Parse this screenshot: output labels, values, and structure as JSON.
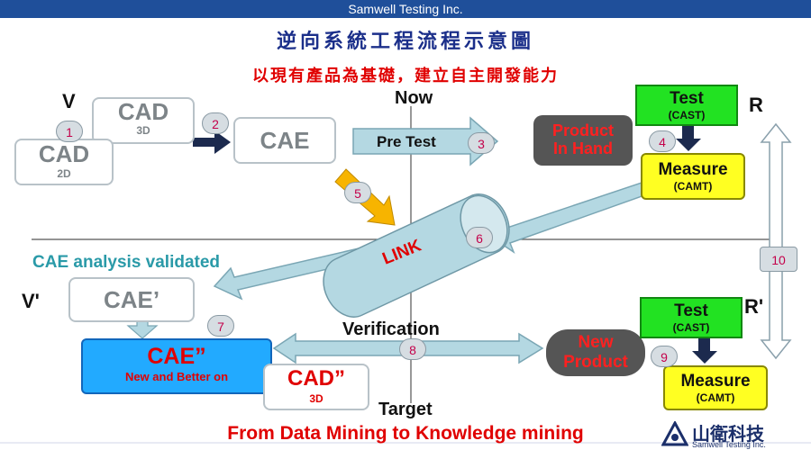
{
  "header": {
    "banner": "Samwell Testing Inc."
  },
  "title": "逆向系統工程流程示意圖",
  "subtitle": "以現有產品為基礎，建立自主開發能力",
  "axis": {
    "top": "Now",
    "bottom": "Target",
    "left_top": "V",
    "left_bottom": "V'",
    "right_top": "R",
    "right_bottom": "R'"
  },
  "nodes": {
    "cad3d": {
      "main": "CAD",
      "sub": "3D"
    },
    "cad2d": {
      "main": "CAD",
      "sub": "2D"
    },
    "cae": {
      "main": "CAE"
    },
    "pretest": {
      "main": "Pre Test"
    },
    "product_hand": {
      "line1": "Product",
      "line2": "In Hand"
    },
    "test_top": {
      "main": "Test",
      "sub": "(CAST)"
    },
    "measure_top": {
      "main": "Measure",
      "sub": "(CAMT)"
    },
    "link": {
      "main": "LINK"
    },
    "cae_validated": "CAE analysis validated",
    "cae_prime": {
      "main": "CAE’"
    },
    "cae_new": {
      "main": "CAE”",
      "sub": "New and Better on"
    },
    "cad_new": {
      "main": "CAD”",
      "sub": "3D"
    },
    "verification": "Verification",
    "new_product": {
      "line1": "New",
      "line2": "Product"
    },
    "test_bottom": {
      "main": "Test",
      "sub": "(CAST)"
    },
    "measure_bottom": {
      "main": "Measure",
      "sub": "(CAMT)"
    }
  },
  "steps": [
    "1",
    "2",
    "3",
    "4",
    "5",
    "6",
    "7",
    "8",
    "9",
    "10"
  ],
  "footer": {
    "tagline": "From Data Mining to Knowledge mining",
    "logo_cn": "山衛科技",
    "logo_en": "Samwell Testing Inc."
  },
  "colors": {
    "banner": "#1f4f9a",
    "title": "#1b2f8a",
    "accent_red": "#e00000",
    "test_green": "#22e222",
    "measure_yellow": "#ffff22",
    "cae_blue": "#22aaff",
    "arrow_light": "#b4d8e2",
    "arrow_orange": "#f7b400"
  }
}
